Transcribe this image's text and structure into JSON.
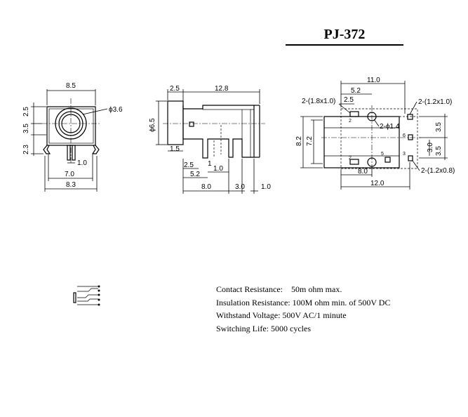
{
  "title": "PJ-372",
  "front_view": {
    "width_top": "8.5",
    "hole_dia": "ϕ3.6",
    "h_top": "2.5",
    "h_mid": "3.5",
    "h_bot": "2.3",
    "pin_gap": "1.0",
    "pin_span": "7.0",
    "width_bottom": "8.3"
  },
  "side_view": {
    "nose_len": "2.5",
    "body_len": "12.8",
    "nose_dia": "ϕ6.5",
    "base_step": "1.5",
    "pin_a": "2.5",
    "pin_b": "5.2",
    "pin_c": "1.0",
    "span_8": "8.0",
    "span_3": "3.0",
    "span_1": "1.0",
    "pin_marker": "1"
  },
  "bottom_view": {
    "top_width": "11.0",
    "top_offset": "5.2",
    "slot_a_note": "2-(1.8x1.0)",
    "slot_a_offset": "2.5",
    "slot_b_note": "2-(1.2x1.0)",
    "hole_note": "2-ϕ1.4",
    "slot_c_note": "2-(1.2x0.8)",
    "height_outer": "8.2",
    "height_inner": "7.2",
    "right_top": "3.5",
    "right_mid": "3.0",
    "right_bot": "3.5",
    "bottom_inner": "8.0",
    "bottom_outer": "12.0",
    "pins": [
      "2",
      "2",
      "5",
      "6",
      "3"
    ]
  },
  "specs": [
    {
      "label": "Contact Resistance:",
      "value": "50m ohm max."
    },
    {
      "label": "Insulation Resistance:",
      "value": "100M ohm min. of 500V DC"
    },
    {
      "label": "Withstand Voltage:",
      "value": "500V AC/1 minute"
    },
    {
      "label": "Switching Life:",
      "value": "5000 cycles"
    }
  ]
}
